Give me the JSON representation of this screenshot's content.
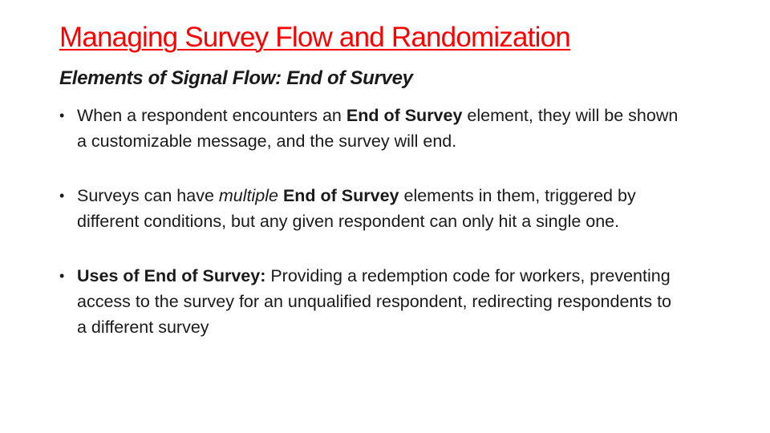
{
  "slide": {
    "title": "Managing Survey Flow and Randomization",
    "subtitle": "Elements of Signal Flow: End of Survey",
    "bullet_symbol": "•",
    "bullets": [
      {
        "t1": "When a respondent encounters an ",
        "b1": "End of Survey",
        "t2": " element, they will be shown a customizable message, and the survey will end."
      },
      {
        "t1": "Surveys can have ",
        "i1": "multiple",
        "t2": " ",
        "b1": "End of Survey",
        "t3": " elements in them, triggered by different conditions, but any given respondent can only hit a single one."
      },
      {
        "b1": "Uses of End of Survey:",
        "t1": " Providing a redemption code for workers, preventing access to the survey for an unqualified respondent, redirecting respondents to a different survey"
      }
    ]
  },
  "colors": {
    "title": "#ff0000",
    "text": "#1a1a1a",
    "background": "#ffffff"
  }
}
